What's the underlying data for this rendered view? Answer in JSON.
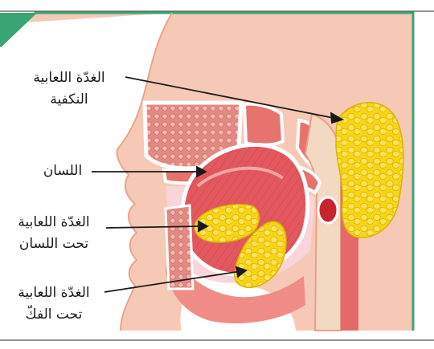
{
  "labels": {
    "parotid_line1": "الغدّة اللعابية",
    "parotid_line2": "النكفية",
    "tongue": "اللسان",
    "sublingual_line1": "الغدّة اللعابية",
    "sublingual_line2": "تحت اللسان",
    "submandibular_line1": "الغدّة اللعابية",
    "submandibular_line2": "تحت الفكّ"
  },
  "colors": {
    "skin": "#f6c9b6",
    "skin_edge": "#e9a58d",
    "muscle": "#e46a6a",
    "muscle_light": "#f2a4a0",
    "tongue": "#e2585e",
    "mouth_cavity": "#f9d4d8",
    "pharynx": "#f3d8c2",
    "gland": "#f7d417",
    "gland_outline": "#c9a800",
    "frame_green": "#3aa574",
    "frame_border": "#555555"
  }
}
